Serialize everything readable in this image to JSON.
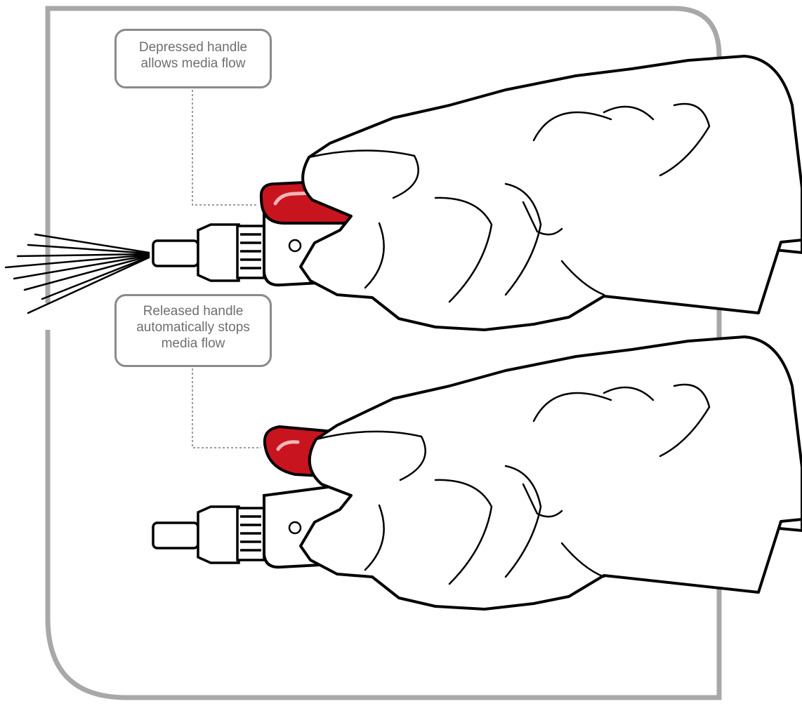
{
  "colors": {
    "frame": "#a8a8a8",
    "outline": "#000000",
    "handle_red": "#c8141e",
    "handle_highlight": "#f3b5b8",
    "callout_border": "#8a8a8a",
    "callout_text": "#6f6f6f",
    "leader_line": "#7a7a7a"
  },
  "callouts": {
    "depressed": {
      "line1": "Depressed handle",
      "line2": "allows media flow"
    },
    "released": {
      "line1": "Released handle",
      "line2": "automatically stops",
      "line3": "media flow"
    }
  },
  "illustrations": {
    "top": {
      "handle_state": "depressed",
      "media_flow": true
    },
    "bottom": {
      "handle_state": "released",
      "media_flow": false
    }
  }
}
